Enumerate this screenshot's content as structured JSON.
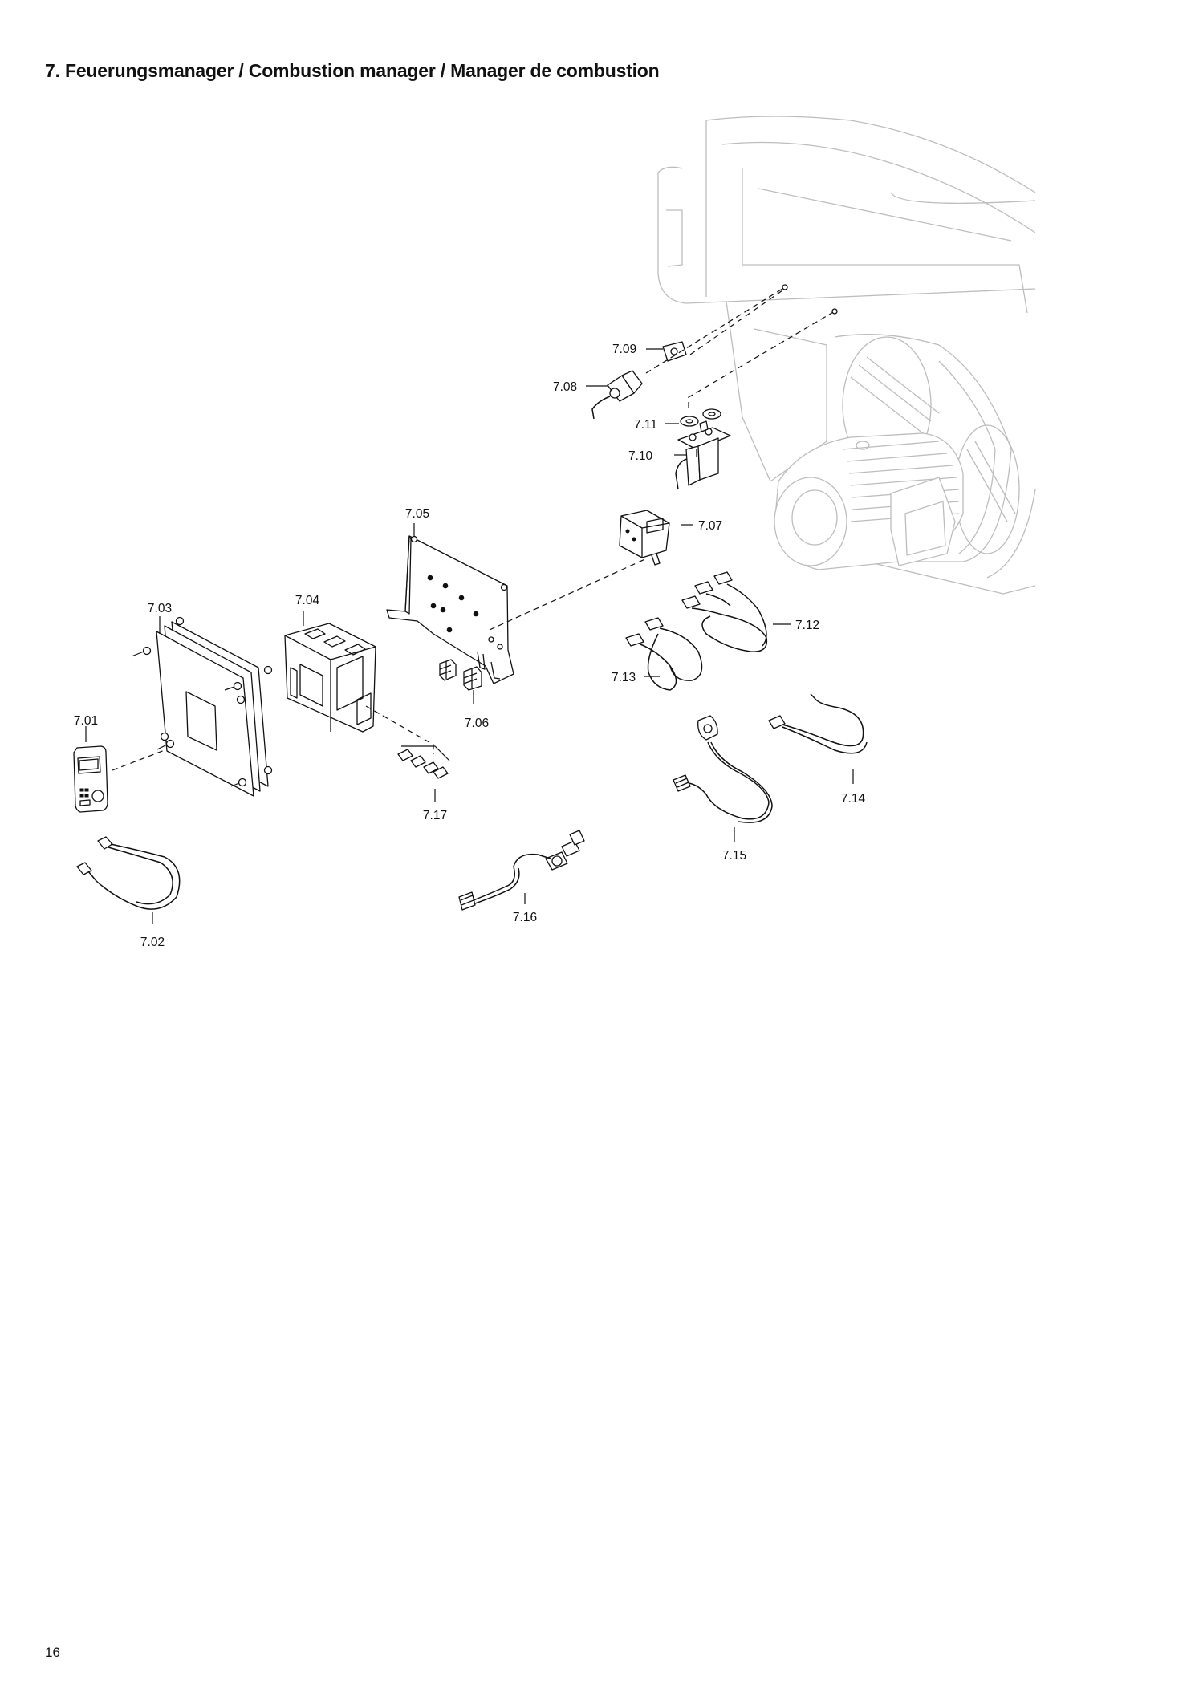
{
  "document": {
    "title": "7. Feuerungsmanager / Combustion manager / Manager de combustion",
    "page_number": "16"
  },
  "diagram": {
    "callouts": {
      "p701": "7.01",
      "p702": "7.02",
      "p703": "7.03",
      "p704": "7.04",
      "p705": "7.05",
      "p706": "7.06",
      "p707": "7.07",
      "p708": "7.08",
      "p709": "7.09",
      "p710": "7.10",
      "p711": "7.11",
      "p712": "7.12",
      "p713": "7.13",
      "p714": "7.14",
      "p715": "7.15",
      "p716": "7.16",
      "p717": "7.17"
    }
  }
}
